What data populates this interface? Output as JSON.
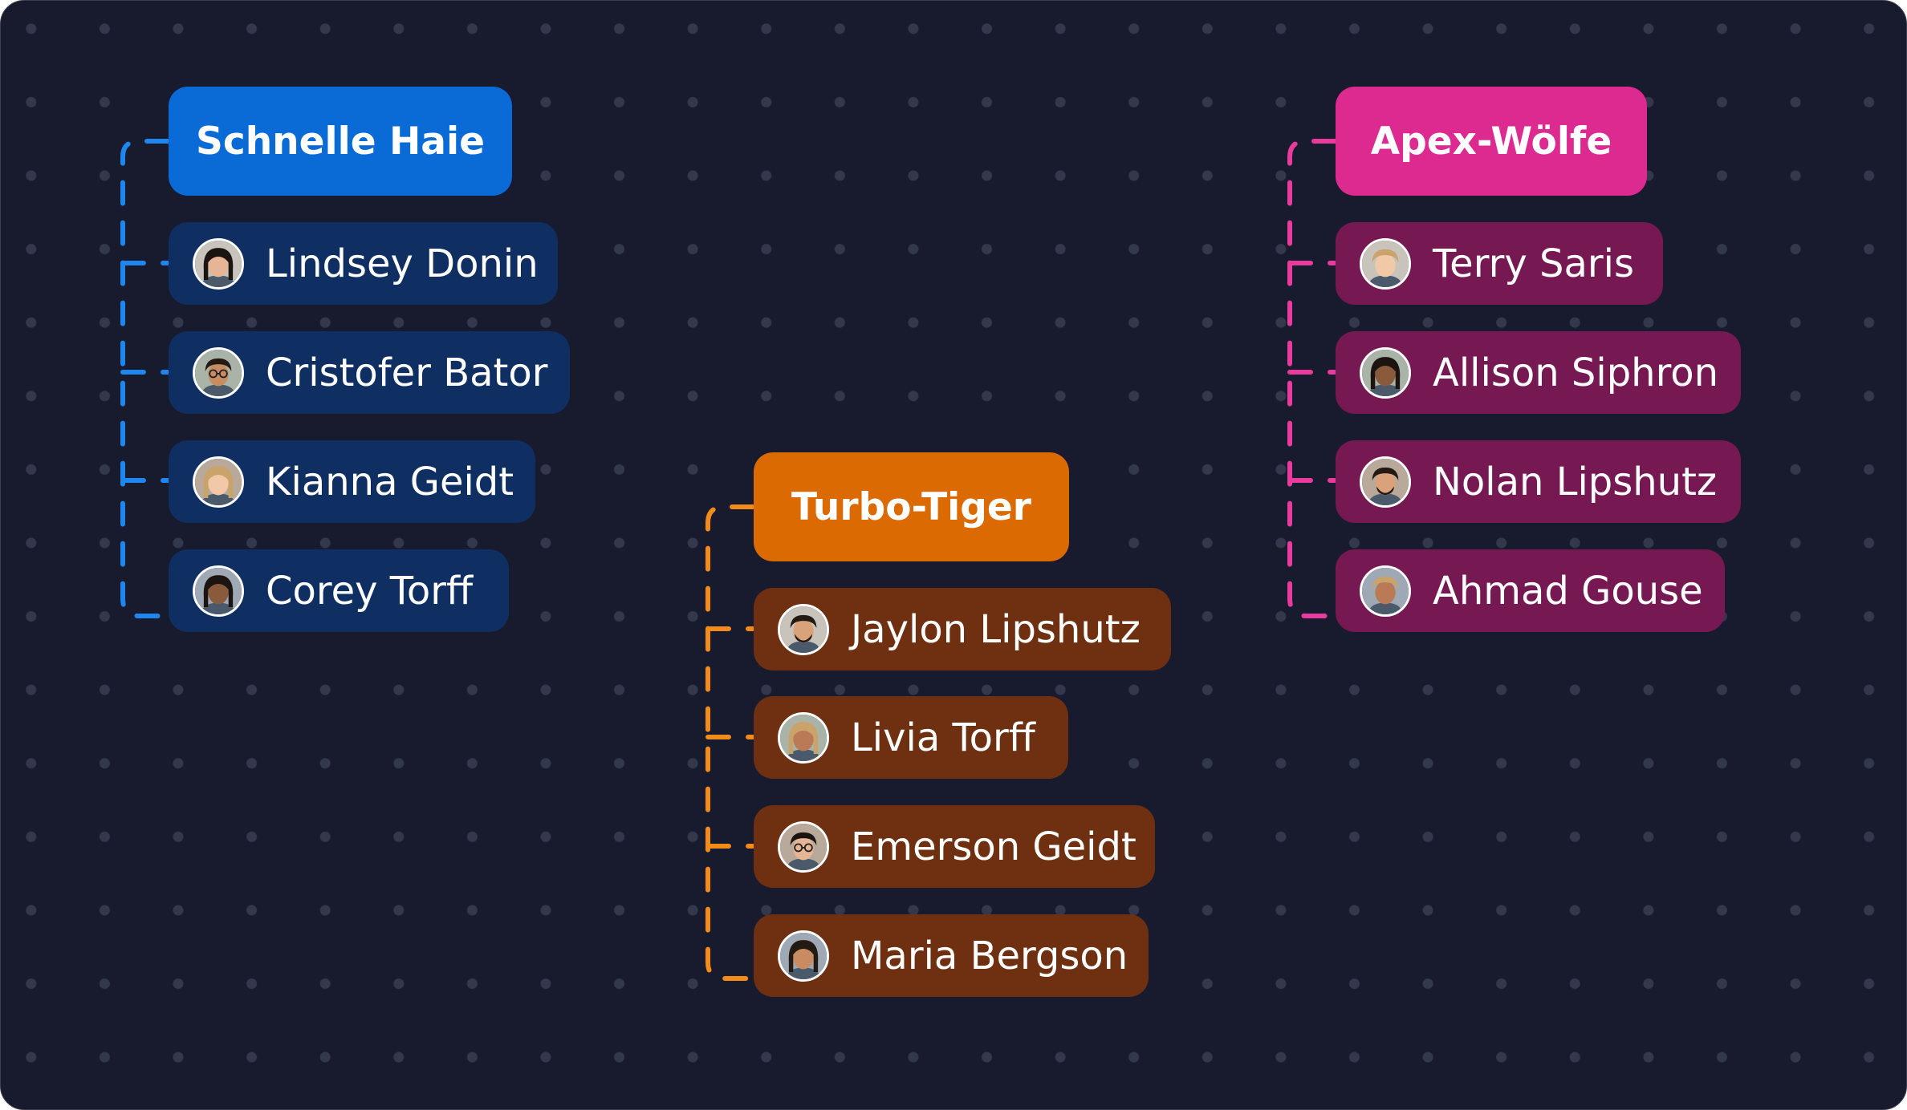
{
  "teams": [
    {
      "name": "Schnelle Haie",
      "color": "#0a6bd6",
      "member_color": "#0f2f63",
      "line_color": "#1d86ef",
      "members": [
        {
          "name": "Lindsey Donin",
          "avatar": "avatar-woman-icon"
        },
        {
          "name": "Cristofer Bator",
          "avatar": "avatar-man-glasses-icon"
        },
        {
          "name": "Kianna Geidt",
          "avatar": "avatar-woman-icon"
        },
        {
          "name": "Corey Torff",
          "avatar": "avatar-woman-icon"
        }
      ]
    },
    {
      "name": "Turbo-Tiger",
      "color": "#dc6a03",
      "member_color": "#6e3010",
      "line_color": "#f28b18",
      "members": [
        {
          "name": "Jaylon Lipshutz",
          "avatar": "avatar-man-beard-icon"
        },
        {
          "name": "Livia Torff",
          "avatar": "avatar-woman-icon"
        },
        {
          "name": "Emerson Geidt",
          "avatar": "avatar-man-glasses-icon"
        },
        {
          "name": "Maria Bergson",
          "avatar": "avatar-woman-icon"
        }
      ]
    },
    {
      "name": "Apex-Wölfe",
      "color": "#dc2a91",
      "member_color": "#761852",
      "line_color": "#e93a9e",
      "members": [
        {
          "name": "Terry Saris",
          "avatar": "avatar-man-icon"
        },
        {
          "name": "Allison Siphron",
          "avatar": "avatar-woman-icon"
        },
        {
          "name": "Nolan Lipshutz",
          "avatar": "avatar-man-beard-icon"
        },
        {
          "name": "Ahmad Gouse",
          "avatar": "avatar-man-icon"
        }
      ]
    }
  ]
}
